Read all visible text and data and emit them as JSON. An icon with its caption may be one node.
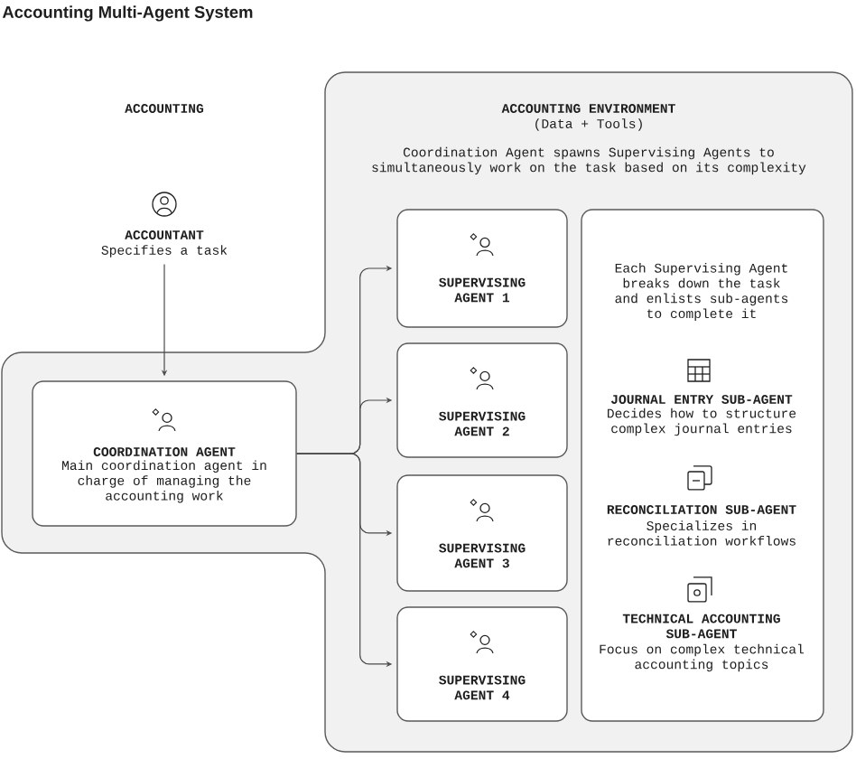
{
  "diagram": {
    "title": "Accounting Multi-Agent System",
    "nodes": [
      {
        "text": [
          "ACCOUNTANT",
          "Specifies a task"
        ]
      },
      {
        "text": [
          "ACCOUNTING ENVIRONMENT",
          "(Data + Tools)",
          "Coordination Agent spawns Supervising Agents to simultaneously work on the task based on its complexity"
        ]
      },
      {
        "text": [
          "COORDINATION AGENT",
          "Main coordination agent in charge of managing the accounting work"
        ],
        "in": 1
      },
      {
        "text": [
          "SUPERVISING AGENT 1"
        ],
        "in": 1
      },
      {
        "text": [
          "SUPERVISING AGENT 2"
        ],
        "in": 1
      },
      {
        "text": [
          "SUPERVISING AGENT 3"
        ],
        "in": 1
      },
      {
        "text": [
          "SUPERVISING AGENT 4"
        ],
        "in": 1
      },
      {
        "text": [
          "Each Supervising Agent breaks down the task and enlists sub-agents to complete it",
          "JOURNAL ENTRY SUB-AGENT",
          "Decides how to structure complex journal entries",
          "RECONCILIATION SUB-AGENT",
          "Specializes in reconciliation workflows",
          "TECHNICAL ACCOUNTING SUB-AGENT",
          "Focus on complex technical accounting topics"
        ],
        "in": 1
      }
    ],
    "edges": [
      {
        "from": 0,
        "to": 2,
        "arrow": "to"
      },
      {
        "from": 2,
        "to": 3,
        "arrow": "to"
      },
      {
        "from": 2,
        "to": 4,
        "arrow": "to"
      },
      {
        "from": 2,
        "to": 5,
        "arrow": "to"
      },
      {
        "from": 2,
        "to": 6,
        "arrow": "to"
      }
    ],
    "labels": [
      "ACCOUNTING"
    ]
  }
}
